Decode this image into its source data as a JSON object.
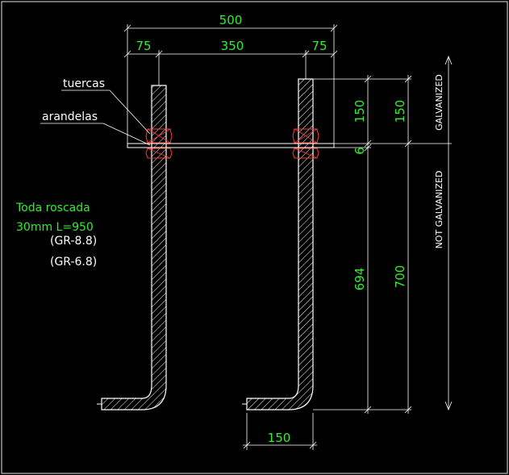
{
  "colors": {
    "background": "#000000",
    "frame": "#e8e8e8",
    "geometry": "#ffffff",
    "dim_line": "#ffffff",
    "dim_text": "#33ee33",
    "label_text": "#ffffff",
    "note_green": "#33ee33",
    "nut": "#ff3b2f"
  },
  "dimensions": {
    "overall_width": "500",
    "left_edge": "75",
    "bolt_spacing": "350",
    "right_edge": "75",
    "top_projection": "150",
    "washer_thickness": "6",
    "embedded_length": "694",
    "top_galvanized": "150",
    "lower_length": "700",
    "hook_length": "150"
  },
  "labels": {
    "nuts": "tuercas",
    "washers": "arandelas",
    "galvanized": "GALVANIZED",
    "not_galvanized": "NOT GALVANIZED"
  },
  "notes": {
    "line1": "Toda roscada",
    "line2": "30mm L=950",
    "grade1": "(GR-8.8)",
    "grade2": "(GR-6.8)"
  }
}
